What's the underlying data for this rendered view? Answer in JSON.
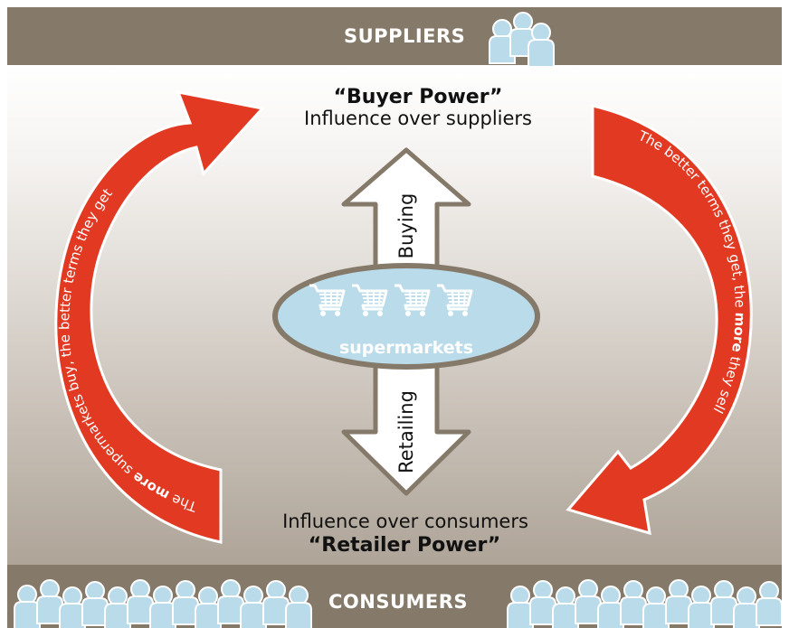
{
  "suppliers_label": "SUPPLIERS",
  "consumers_label": "CONSUMERS",
  "top_title": "“Buyer Power”",
  "top_subtitle": "Influence over suppliers",
  "bottom_subtitle": "Influence over consumers",
  "bottom_title": "“Retailer Power”",
  "center_label": "supermarkets",
  "arrow_up_label": "Buying",
  "arrow_down_label": "Retailing",
  "left_cycle_text": {
    "prefix": "The ",
    "emphasis": "more",
    "suffix": " supermarkets buy, the better terms they get"
  },
  "right_cycle_text": {
    "prefix": "The better terms they get, the ",
    "emphasis": "more",
    "suffix": " they sell"
  },
  "colors": {
    "band": "#857a69",
    "red_arrow": "#e23a22",
    "ellipse_fill": "#b9dbea",
    "people": "#b9dbea",
    "arrow_outline": "#857a69"
  }
}
